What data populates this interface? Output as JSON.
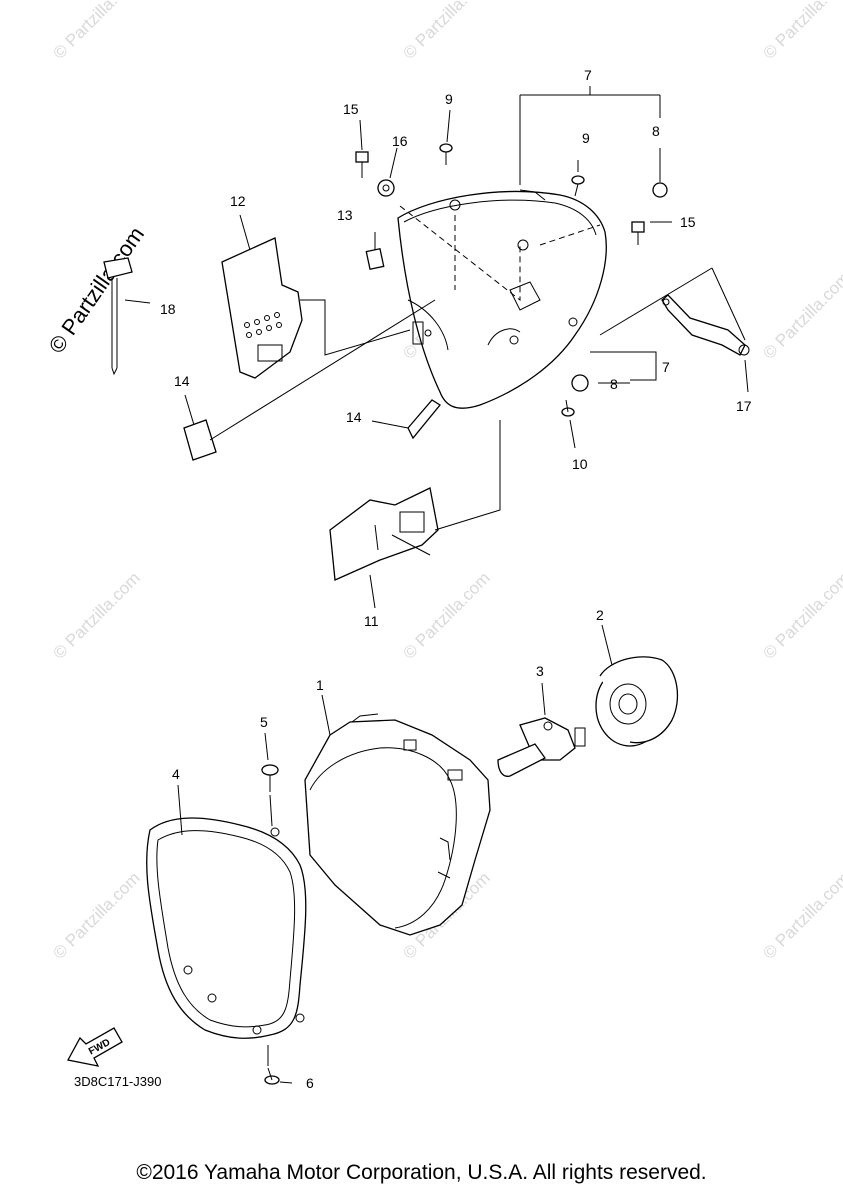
{
  "watermark": {
    "text": "© Partzilla.com",
    "brand": "© Partzilla.com"
  },
  "callouts": [
    "1",
    "2",
    "3",
    "4",
    "5",
    "6",
    "7",
    "8",
    "9",
    "10",
    "11",
    "12",
    "13",
    "14",
    "15",
    "16",
    "17",
    "18"
  ],
  "labels": {
    "fwd": "FWD",
    "diagram_code": "3D8C171-J390",
    "copyright": "©2016 Yamaha Motor Corporation, U.S.A. All rights reserved."
  }
}
